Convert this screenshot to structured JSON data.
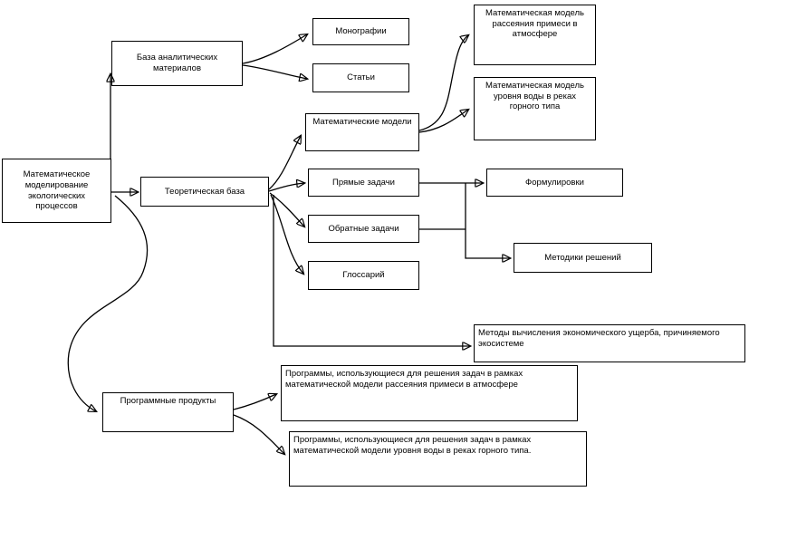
{
  "colors": {
    "background": "#ffffff",
    "box_fill": "#ffffff",
    "box_border": "#000000",
    "line": "#000000",
    "text": "#000000"
  },
  "nodes": {
    "main": {
      "label": "Математическое моделирование экологических процессов"
    },
    "analytics_base": {
      "label": "База аналитических материалов"
    },
    "monographs": {
      "label": "Монографии"
    },
    "articles": {
      "label": "Статьи"
    },
    "model_atmosphere": {
      "label": "Математическая модель рассеяния примеси в атмосфере"
    },
    "model_rivers": {
      "label": "Математическая модель уровня воды в реках горного типа"
    },
    "math_models": {
      "label": "Математические модели"
    },
    "theory_base": {
      "label": "Теоретическая база"
    },
    "direct_tasks": {
      "label": "Прямые задачи"
    },
    "inverse_tasks": {
      "label": "Обратные задачи"
    },
    "glossary": {
      "label": "Глоссарий"
    },
    "formulations": {
      "label": "Формулировки"
    },
    "solution_methods": {
      "label": "Методики решений"
    },
    "damage_methods": {
      "label": "Методы вычисления экономического ущерба, причиняемого экосистеме"
    },
    "software": {
      "label": "Программные продукты"
    },
    "programs_atmosphere": {
      "label": "Программы, использующиеся для решения задач в рамках математической модели рассеяния примеси в атмосфере"
    },
    "programs_rivers": {
      "label": "Программы, использующиеся для решения задач в рамках математической модели уровня воды в реках горного типа."
    }
  },
  "edges": [
    {
      "from": "main",
      "to": "analytics_base"
    },
    {
      "from": "main",
      "to": "theory_base"
    },
    {
      "from": "main",
      "to": "software"
    },
    {
      "from": "analytics_base",
      "to": "monographs"
    },
    {
      "from": "analytics_base",
      "to": "articles"
    },
    {
      "from": "theory_base",
      "to": "math_models"
    },
    {
      "from": "theory_base",
      "to": "direct_tasks"
    },
    {
      "from": "theory_base",
      "to": "inverse_tasks"
    },
    {
      "from": "theory_base",
      "to": "glossary"
    },
    {
      "from": "theory_base",
      "to": "damage_methods"
    },
    {
      "from": "math_models",
      "to": "model_atmosphere"
    },
    {
      "from": "math_models",
      "to": "model_rivers"
    },
    {
      "from": "direct_tasks",
      "to": "formulations"
    },
    {
      "from": "direct_tasks",
      "to": "solution_methods"
    },
    {
      "from": "inverse_tasks",
      "to": "formulations"
    },
    {
      "from": "inverse_tasks",
      "to": "solution_methods"
    },
    {
      "from": "software",
      "to": "programs_atmosphere"
    },
    {
      "from": "software",
      "to": "programs_rivers"
    }
  ]
}
